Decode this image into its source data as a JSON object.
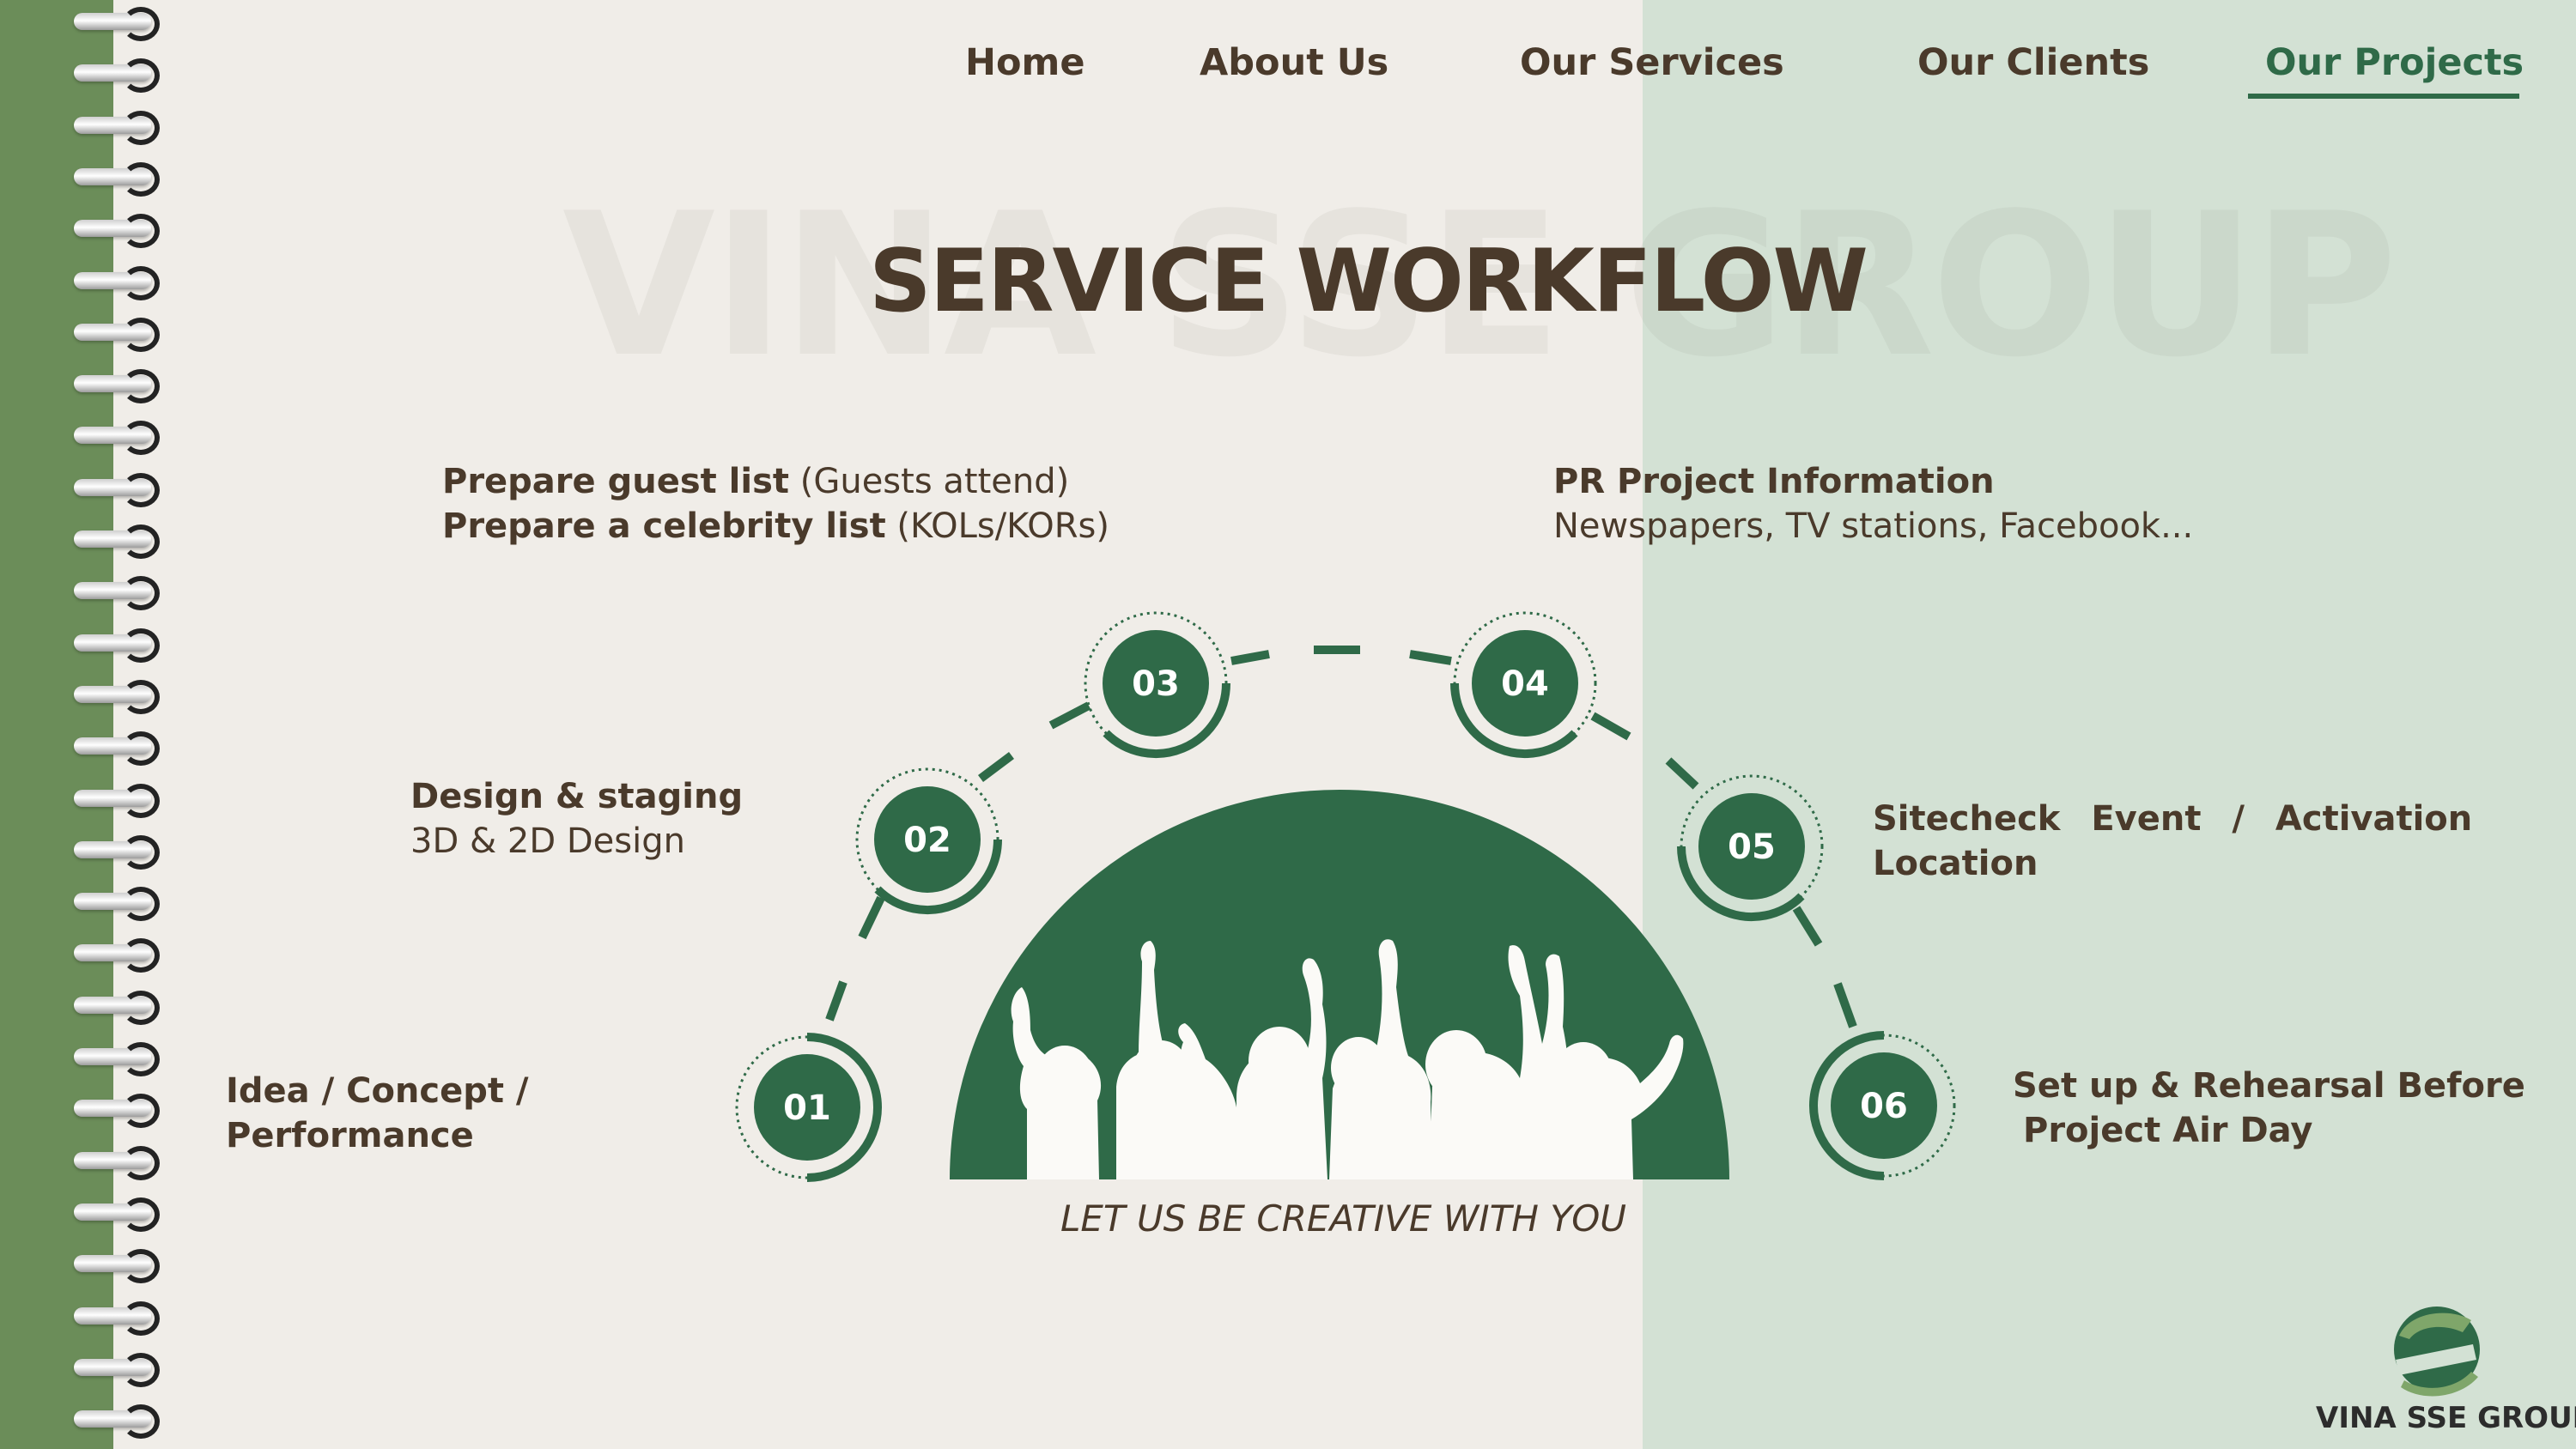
{
  "nav": {
    "items": [
      {
        "label": "Home"
      },
      {
        "label": "About Us"
      },
      {
        "label": "Our Services"
      },
      {
        "label": "Our Clients"
      },
      {
        "label": "Our Projects"
      }
    ],
    "active_item": "Our Projects"
  },
  "watermark": "VINA SSE GROUP",
  "title": "SERVICE WORKFLOW",
  "steps": [
    {
      "number": "01",
      "title": "Idea / Concept /",
      "title_line2": "Performance"
    },
    {
      "number": "02",
      "title": "Design & staging",
      "detail": "3D & 2D Design"
    },
    {
      "number": "03",
      "line1_bold": "Prepare guest list",
      "line1_rest": " (Guests attend)",
      "line2_bold": "Prepare a celebrity list",
      "line2_rest": " (KOLs/KORs)"
    },
    {
      "number": "04",
      "title": "PR Project Information",
      "detail": "Newspapers, TV stations, Facebook..."
    },
    {
      "number": "05",
      "title": "Sitecheck Event / Activation",
      "title_line2": "Location"
    },
    {
      "number": "06",
      "title": "Set up & Rehearsal Before",
      "title_line2": "Project Air Day"
    }
  ],
  "tagline": "LET US BE CREATIVE WITH YOU",
  "brand": {
    "name": "VINA SSE GROUP"
  },
  "colors": {
    "accent_green": "#2f6a48",
    "spine_green": "#6b8d59",
    "background": "#f0ede8",
    "right_tint": "#d3e1d4",
    "text_brown": "#4a3a2b"
  }
}
